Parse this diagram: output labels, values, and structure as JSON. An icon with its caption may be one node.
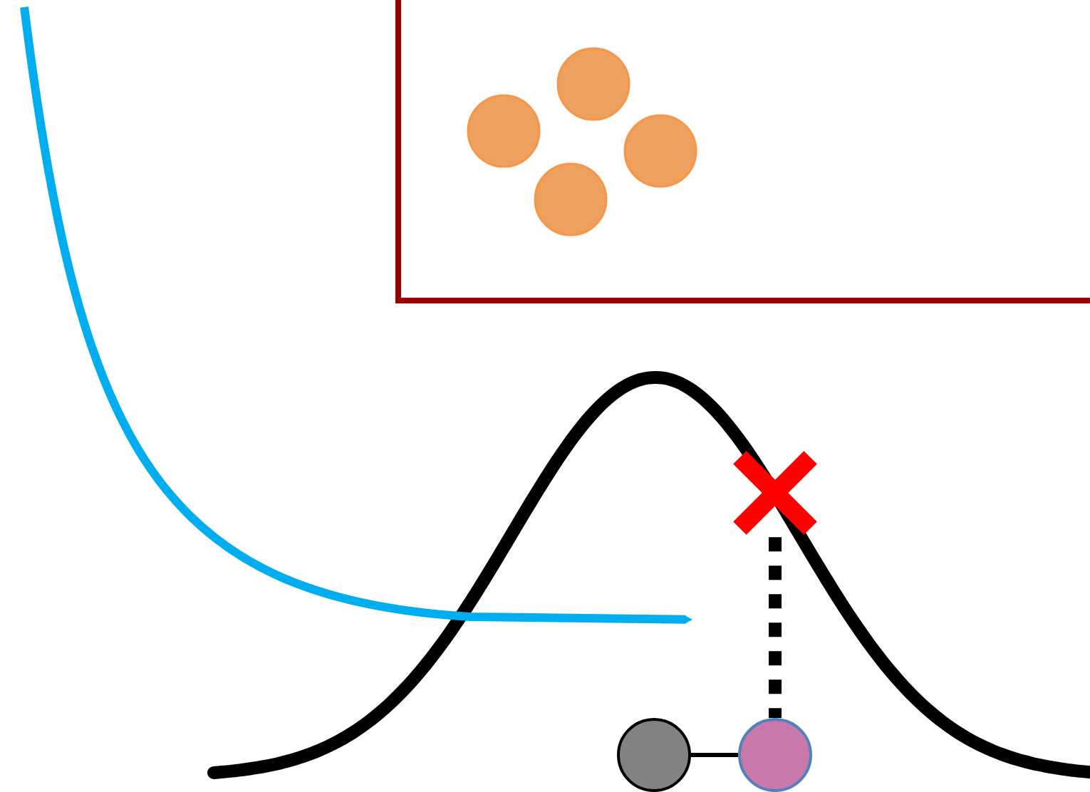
{
  "diagram": {
    "nodes": [
      {
        "text": [],
        "shape": "box"
      },
      {
        "text": [],
        "shape": "circle",
        "in": 0
      },
      {
        "text": [],
        "shape": "circle",
        "in": 0
      },
      {
        "text": [],
        "shape": "circle",
        "in": 0
      },
      {
        "text": [],
        "shape": "circle",
        "in": 0
      },
      {
        "text": [],
        "shape": "cross"
      },
      {
        "text": [],
        "shape": "circle"
      },
      {
        "text": [],
        "shape": "circle"
      }
    ],
    "edges": [
      {
        "from": 5,
        "to": 7,
        "arrow": "none",
        "style": "dashed"
      },
      {
        "from": 6,
        "to": 7,
        "arrow": "none"
      }
    ]
  }
}
